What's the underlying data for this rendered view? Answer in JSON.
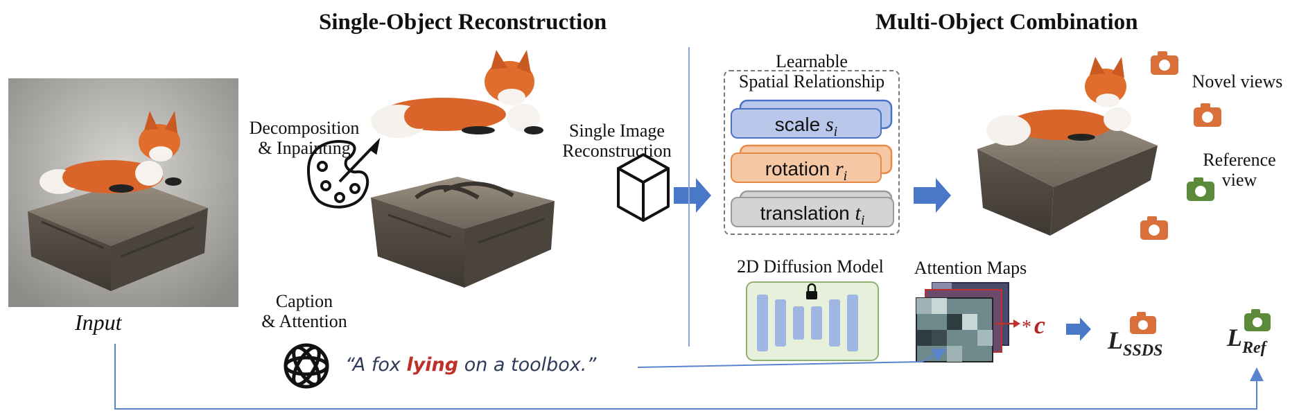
{
  "titles": {
    "single": "Single-Object Reconstruction",
    "multi": "Multi-Object Combination"
  },
  "labels": {
    "input": "Input",
    "decomposition_line1": "Decomposition",
    "decomposition_line2": "& Inpainting",
    "single_image_line1": "Single Image",
    "single_image_line2": "Reconstruction",
    "caption_line1": "Caption",
    "caption_line2": "& Attention",
    "learnable_line1": "Learnable",
    "learnable_line2": "Spatial Relationship",
    "diffusion": "2D Diffusion Model",
    "attention_maps": "Attention Maps",
    "novel_views": "Novel views",
    "reference_line1": "Reference",
    "reference_line2": "view"
  },
  "params": {
    "scale_word": "scale",
    "scale_sym": "s",
    "scale_sub": "i",
    "rotation_word": "rotation",
    "rotation_sym": "r",
    "rotation_sub": "i",
    "translation_word": "translation",
    "translation_sym": "t",
    "translation_sub": "i"
  },
  "caption": {
    "prefix": "“A fox ",
    "highlight": "lying",
    "suffix": " on a toolbox.”"
  },
  "multiply": {
    "op": "*",
    "symbol": "c"
  },
  "losses": {
    "ssds_main": "L",
    "ssds_sub": "SSDS",
    "ref_main": "L",
    "ref_sub": "Ref"
  },
  "colors": {
    "blue_arrow": "#4a78c8",
    "line_blue": "#5b84cf",
    "scale_fill": "#b9c8ea",
    "scale_border": "#4a72c4",
    "rotation_fill": "#f6c7a4",
    "rotation_border": "#e88a45",
    "translation_fill": "#d4d4d4",
    "translation_border": "#9a9a9a",
    "camera_orange": "#d9703a",
    "camera_green": "#5a8a3a",
    "diffusion_box_fill": "#e6f0da",
    "diffusion_box_border": "#8fb070",
    "diffusion_bars": "#9fb6e2",
    "caption_highlight": "#c0302a",
    "c_symbol": "#b02520"
  },
  "icons": [
    "palette-icon",
    "cube-icon",
    "openai-logo-icon",
    "lock-icon",
    "camera-icon"
  ]
}
